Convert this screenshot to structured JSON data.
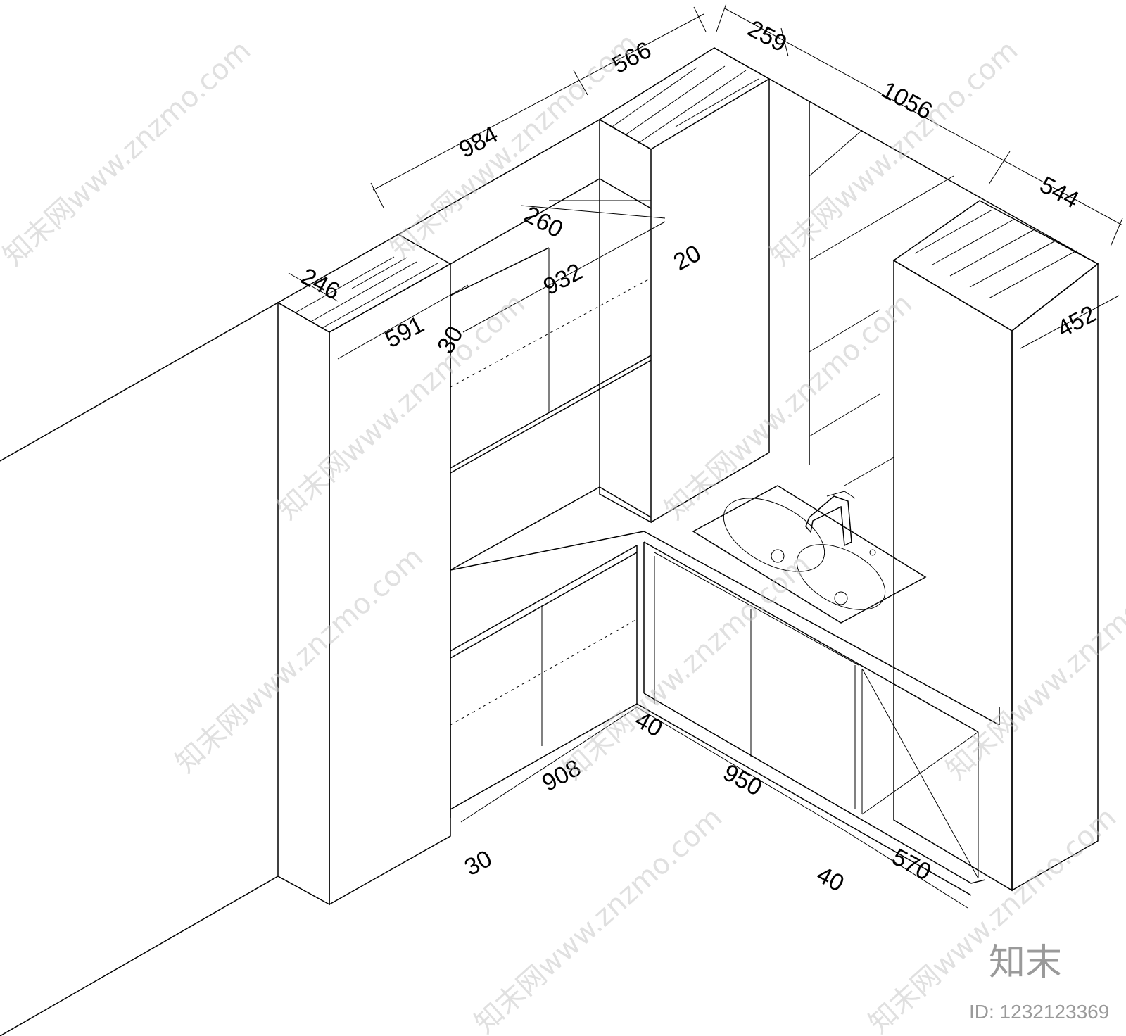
{
  "dimensions": {
    "d566": "566",
    "d259": "259",
    "d984": "984",
    "d1056": "1056",
    "d544": "544",
    "d260": "260",
    "d20": "20",
    "d932": "932",
    "d246": "246",
    "d591": "591",
    "d30_top": "30",
    "d452": "452",
    "d40_mid": "40",
    "d908": "908",
    "d950": "950",
    "d30_bottom": "30",
    "d40_bottom": "40",
    "d570": "570"
  },
  "watermark": {
    "text": "知末网www.znzmo.com",
    "brand": "知末",
    "id": "ID: 1232123369"
  }
}
